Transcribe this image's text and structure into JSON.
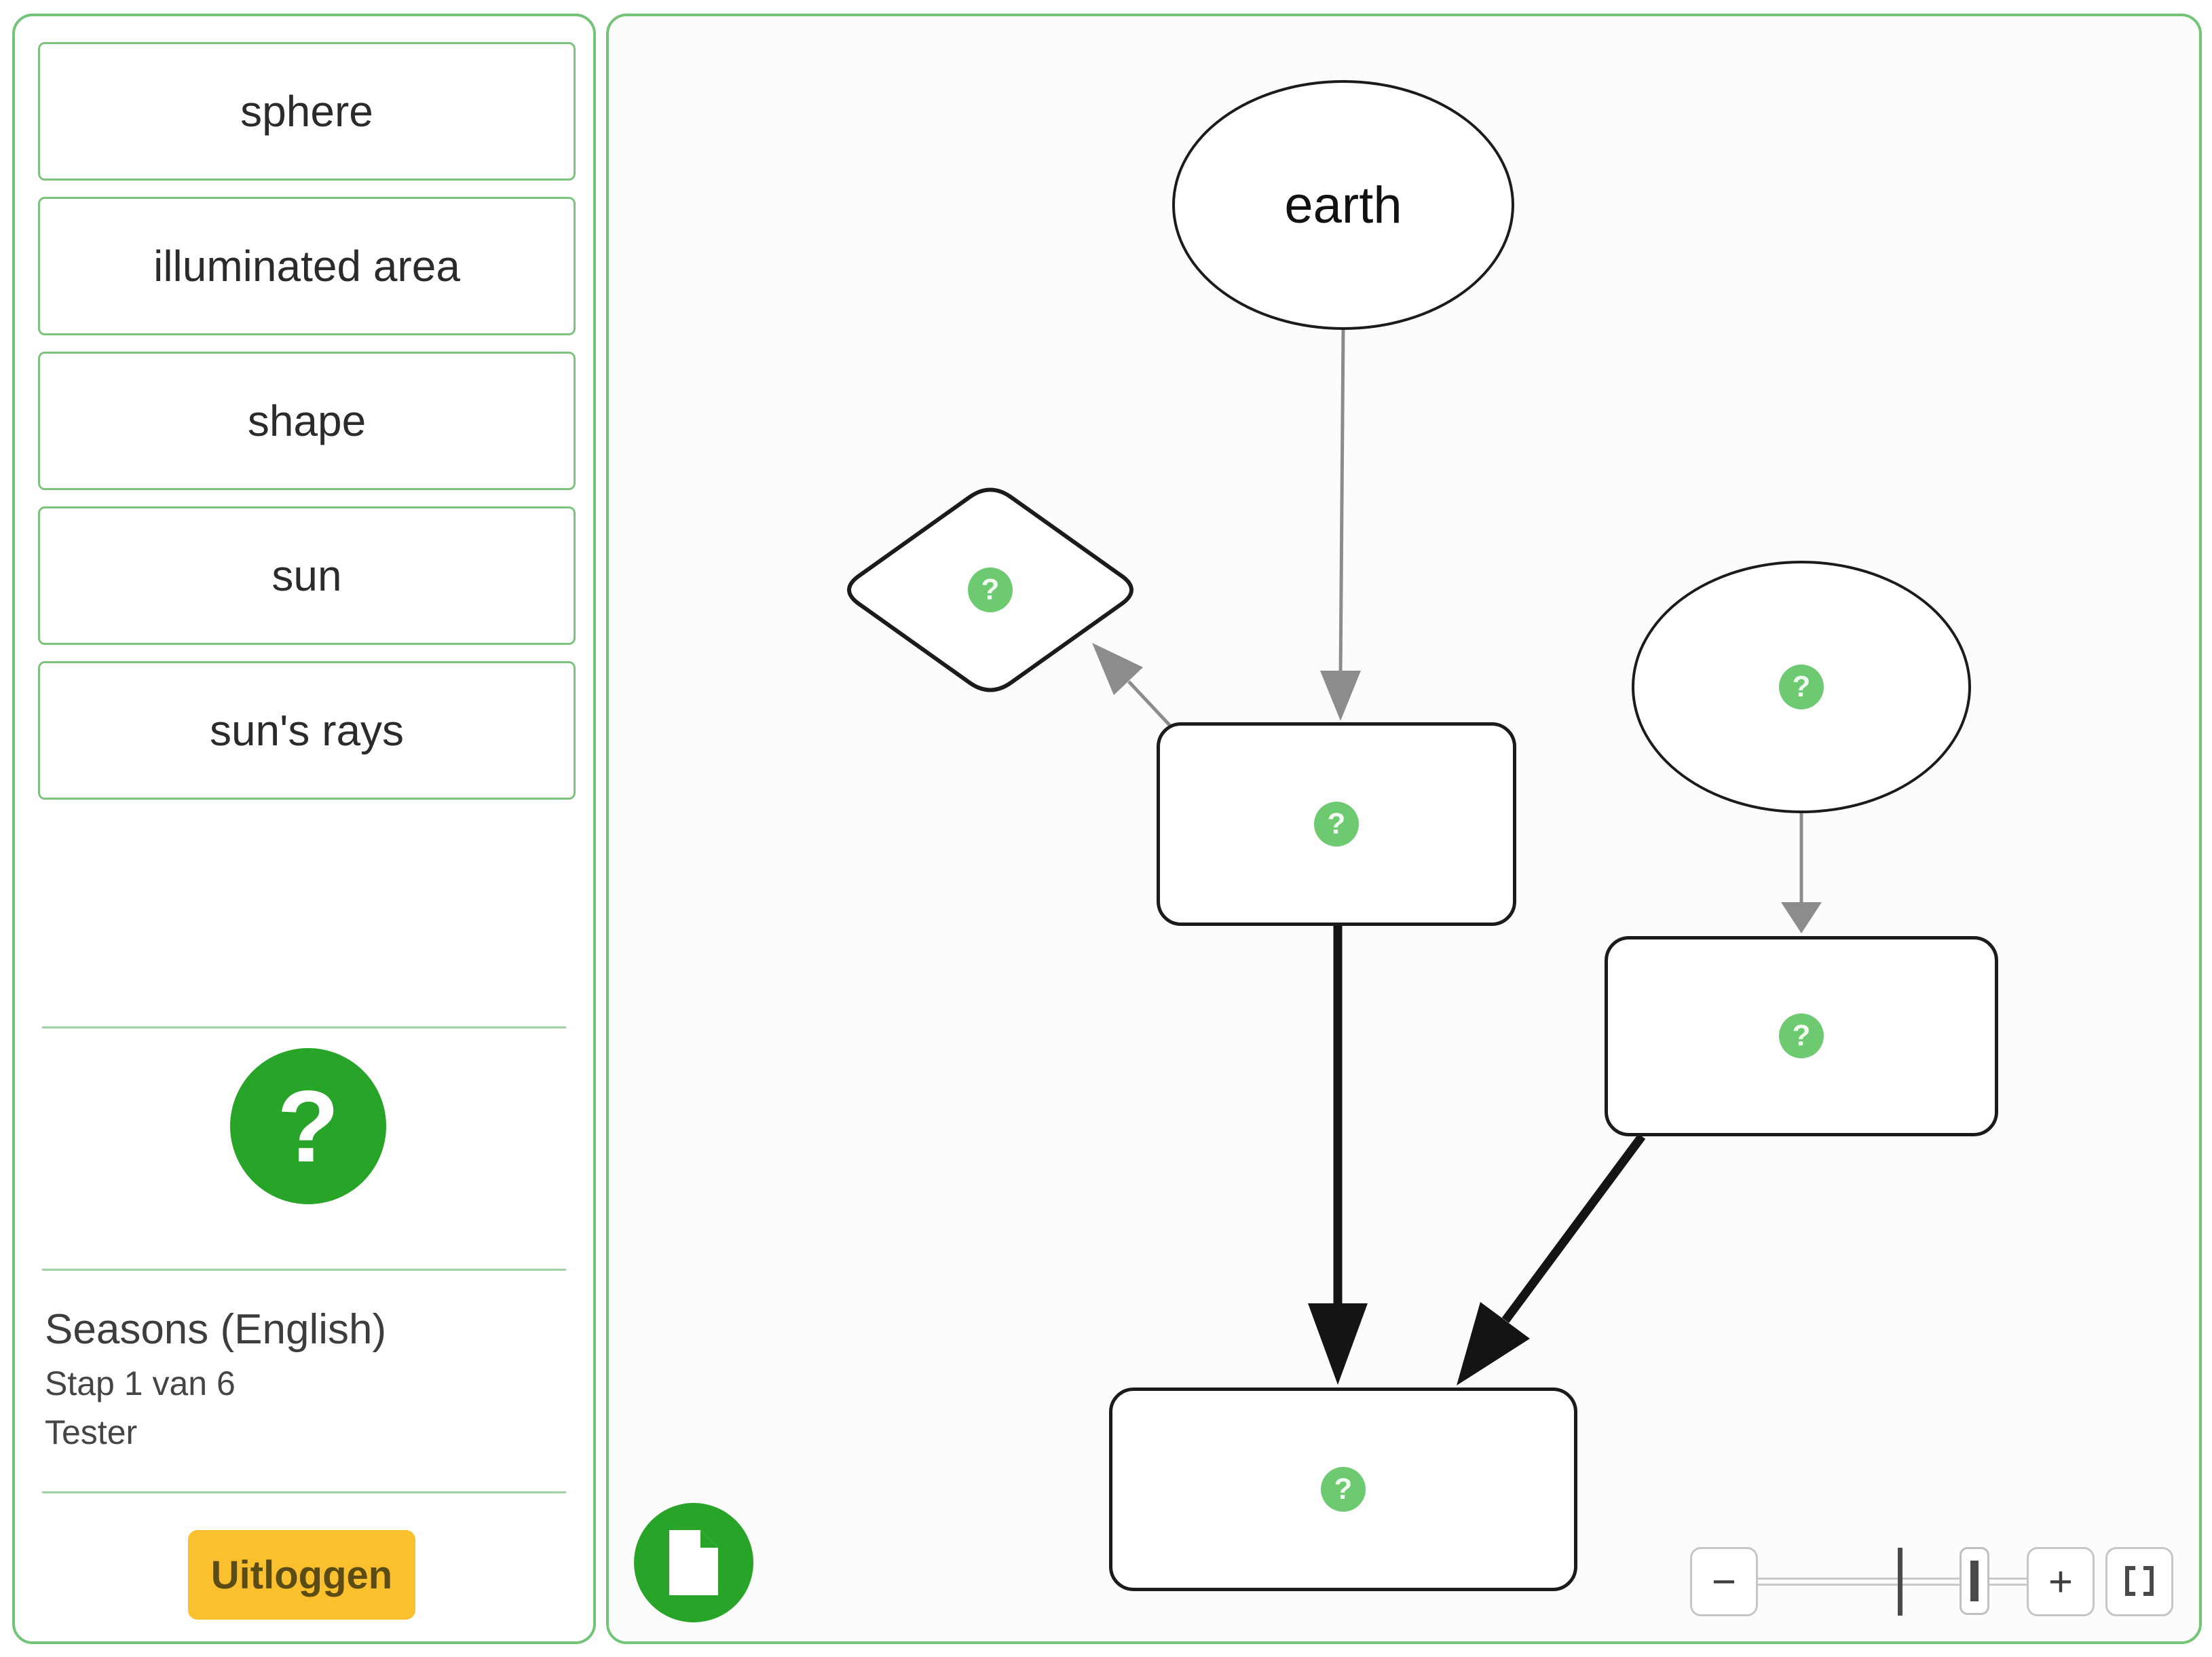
{
  "sidebar": {
    "word_bank": [
      "sphere",
      "illuminated area",
      "shape",
      "sun",
      "sun's rays"
    ],
    "help_button_glyph": "?",
    "project_title": "Seasons (English)",
    "step_indicator": "Stap 1 van 6",
    "user_name": "Tester",
    "logout_button_label": "Uitloggen"
  },
  "canvas": {
    "earth_label": "earth",
    "placeholder_glyph": "?",
    "zoom_controls": {
      "zoom_out_glyph": "−",
      "zoom_in_glyph": "+"
    }
  },
  "colors": {
    "panel_border_green": "#74c478",
    "tile_border_green": "#7ac47e",
    "accent_green": "#28a428",
    "badge_green": "#6dca70",
    "logout_yellow": "#fbc02d",
    "arrow_gray": "#8c8c8c",
    "arrow_black": "#141414"
  }
}
